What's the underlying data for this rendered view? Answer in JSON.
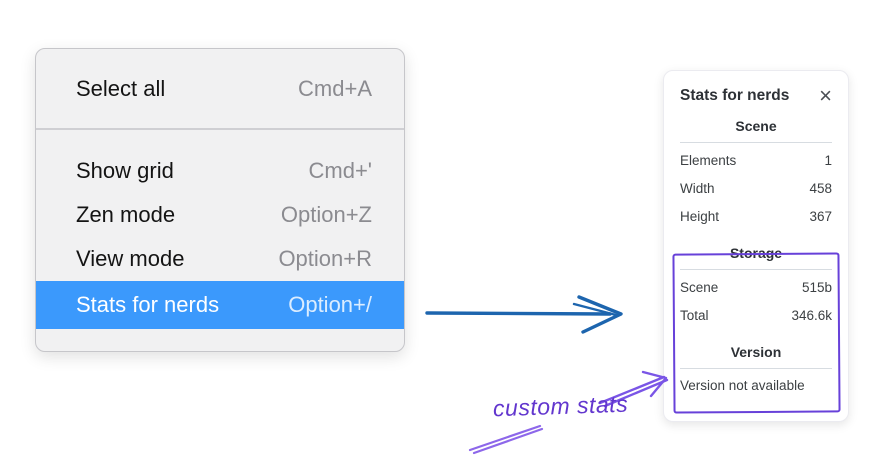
{
  "menu": {
    "sections": [
      {
        "items": [
          {
            "label": "Select all",
            "shortcut": "Cmd+A",
            "highlighted": false
          }
        ]
      },
      {
        "items": [
          {
            "label": "Show grid",
            "shortcut": "Cmd+'",
            "highlighted": false
          },
          {
            "label": "Zen mode",
            "shortcut": "Option+Z",
            "highlighted": false
          },
          {
            "label": "View mode",
            "shortcut": "Option+R",
            "highlighted": false
          },
          {
            "label": "Stats for nerds",
            "shortcut": "Option+/",
            "highlighted": true
          }
        ]
      }
    ]
  },
  "stats_panel": {
    "title": "Stats for nerds",
    "close_glyph": "×",
    "sections": [
      {
        "header": "Scene",
        "rows": [
          {
            "label": "Elements",
            "value": "1"
          },
          {
            "label": "Width",
            "value": "458"
          },
          {
            "label": "Height",
            "value": "367"
          }
        ]
      },
      {
        "header": "Storage",
        "rows": [
          {
            "label": "Scene",
            "value": "515b"
          },
          {
            "label": "Total",
            "value": "346.6k"
          }
        ]
      },
      {
        "header": "Version",
        "note": "Version not available"
      }
    ]
  },
  "annotation": {
    "label": "custom stats"
  },
  "colors": {
    "menu_highlight": "#3b99fc",
    "menu_bg": "#f1f1f2",
    "flow_arrow_blue": "#1d65ae",
    "annotation_violet": "#6741d9",
    "annotation_light_violet": "#8a63e8"
  }
}
